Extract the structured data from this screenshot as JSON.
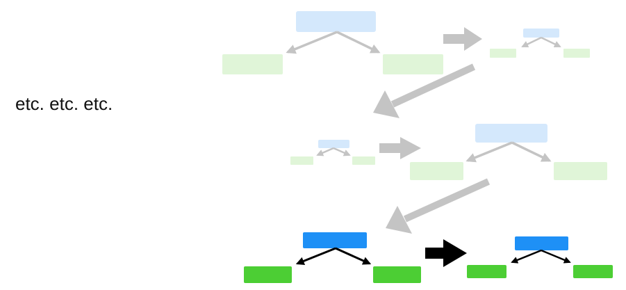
{
  "caption": "etc. etc. etc.",
  "colors": {
    "parent_faded": "#d4e8fc",
    "child_faded": "#e0f5d8",
    "arrow_faded": "#c4c4c4",
    "parent_active": "#1e90f6",
    "child_active": "#4cce34",
    "arrow_active": "#000000"
  },
  "icons": {
    "connector": "tree-edge-arrow-icon",
    "transition": "right-arrow-icon",
    "return": "diagonal-down-left-arrow-icon"
  },
  "trees": [
    {
      "id": "tree-1",
      "state": "faded",
      "scale": "large"
    },
    {
      "id": "tree-2",
      "state": "faded",
      "scale": "small"
    },
    {
      "id": "tree-3",
      "state": "faded",
      "scale": "small"
    },
    {
      "id": "tree-4",
      "state": "faded",
      "scale": "large"
    },
    {
      "id": "tree-5",
      "state": "active",
      "scale": "large"
    },
    {
      "id": "tree-6",
      "state": "active",
      "scale": "medium"
    }
  ]
}
